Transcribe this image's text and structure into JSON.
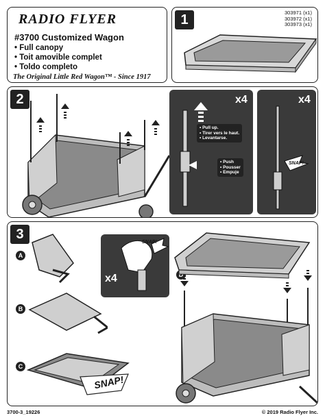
{
  "header": {
    "brand": "RADIO FLYER",
    "model_title": "#3700 Customized Wagon",
    "bullets": [
      "• Full canopy",
      "• Toit amovible complet",
      "• Toldo completo"
    ],
    "tagline": "The Original Little Red Wagon™ - Since 1917"
  },
  "step1": {
    "number": "1",
    "parts": [
      "303971 (x1)",
      "303972 (x1)",
      "303973 (x1)"
    ]
  },
  "step2": {
    "number": "2",
    "qty_a": "x4",
    "qty_b": "x4",
    "pull_text": [
      "• Pull up.",
      "• Tirer vers le haut.",
      "• Levantarse."
    ],
    "push_text": [
      "• Push",
      "• Pousser",
      "• Empuje"
    ],
    "snap": "SNAP!"
  },
  "step3": {
    "number": "3",
    "letters": [
      "A",
      "B",
      "C",
      "D"
    ],
    "qty": "x4",
    "snap_top": "SNAP!",
    "snap_bottom": "SNAP!"
  },
  "footer": {
    "doc_id": "3700-3_19226",
    "copyright": "© 2019 Radio Flyer Inc."
  },
  "colors": {
    "ink": "#222222",
    "panel_gray": "#8a8a8a",
    "light_gray": "#cfcfcf",
    "dark_bg": "#3a3a3a"
  }
}
